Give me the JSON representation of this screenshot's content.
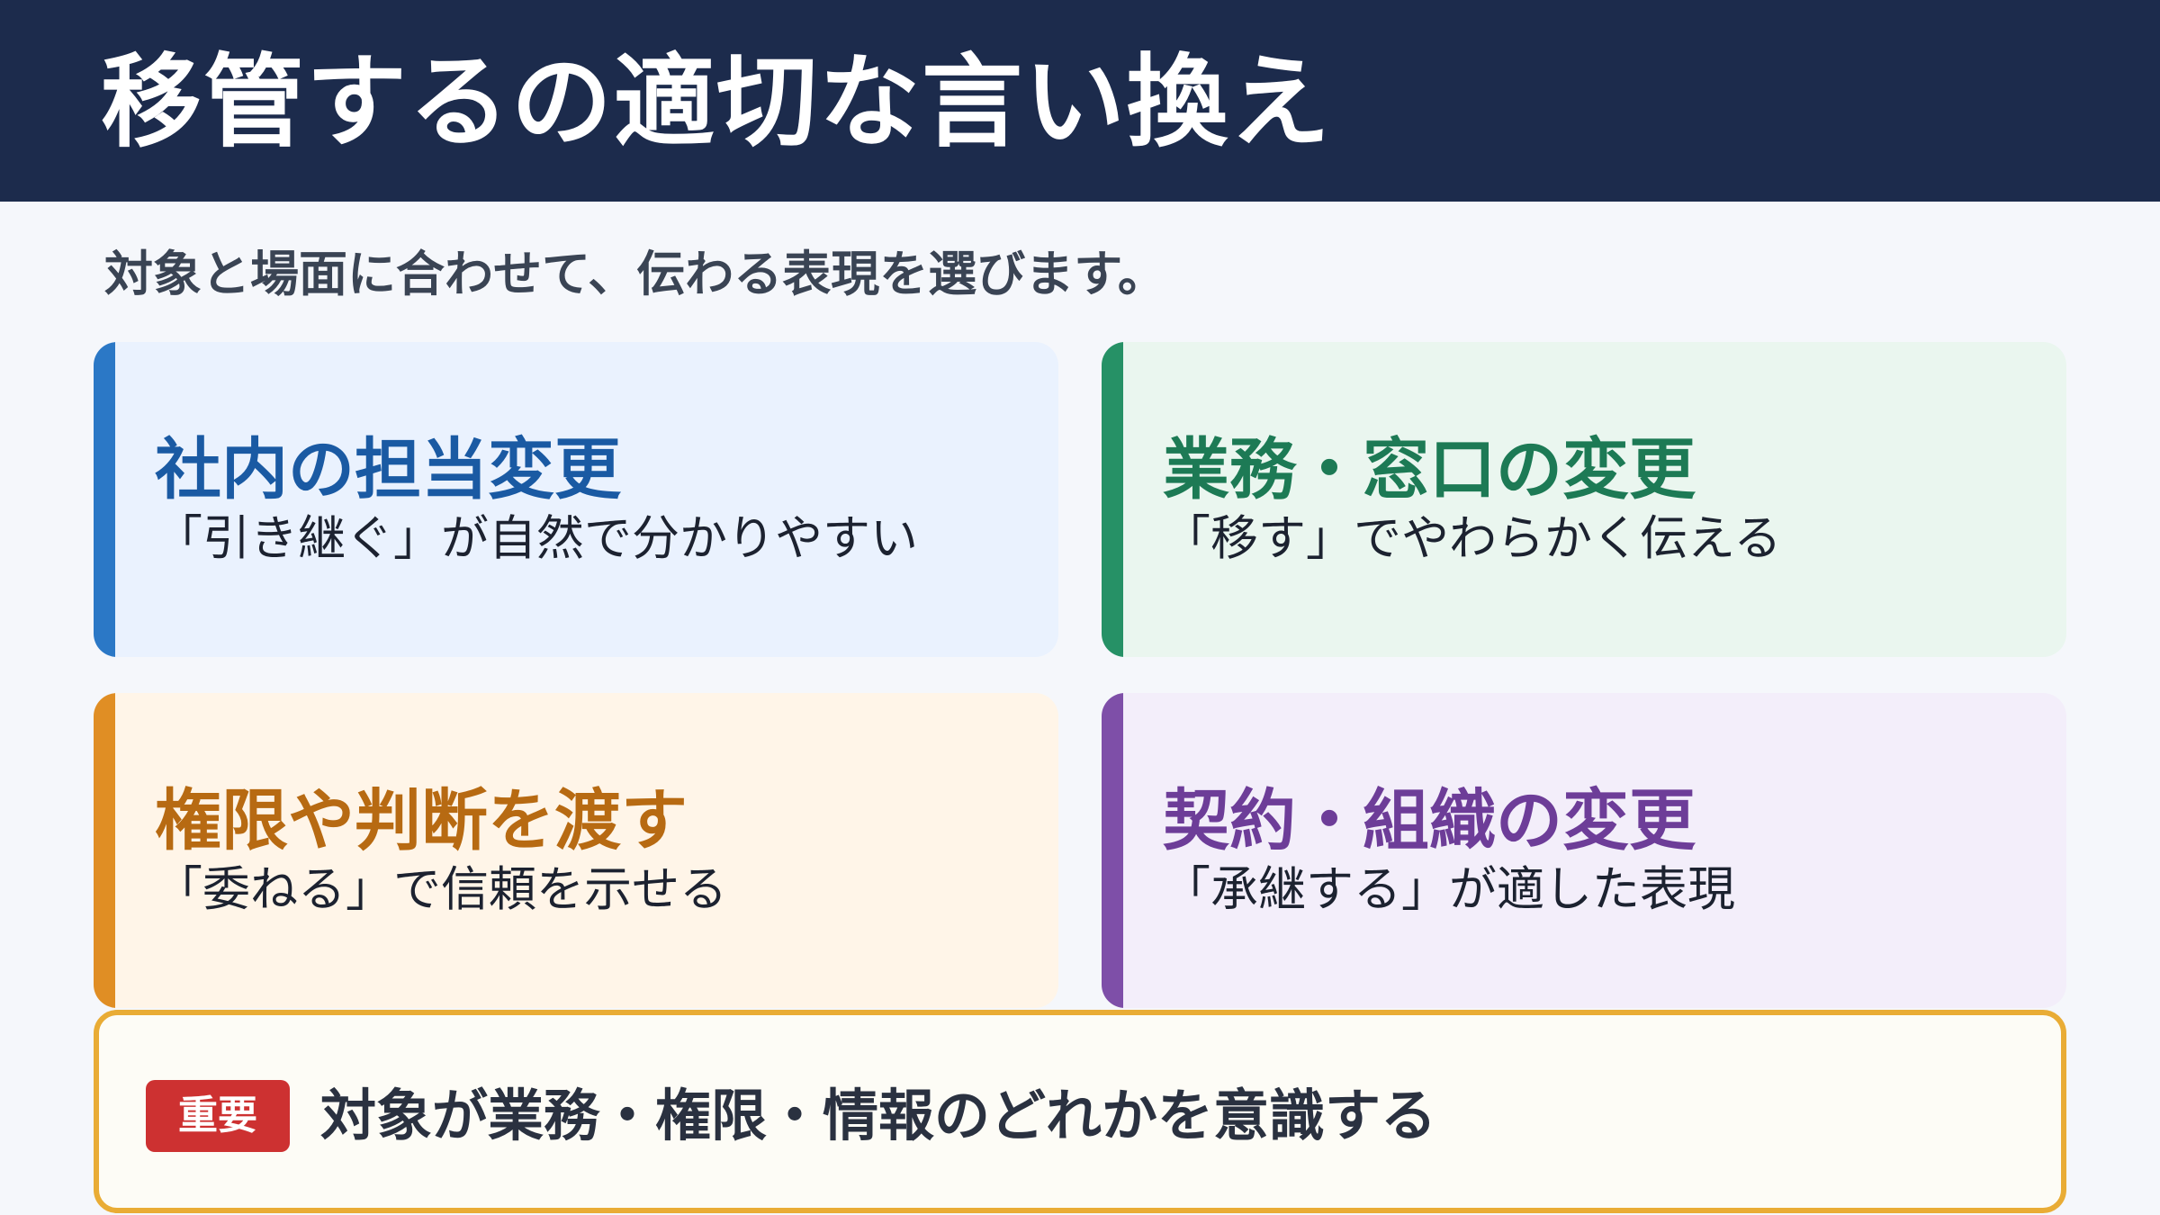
{
  "title": "移管するの適切な言い換え",
  "subtitle": "対象と場面に合わせて、伝わる表現を選びます。",
  "cards": [
    {
      "title": "社内の担当変更",
      "desc": "「引き継ぐ」が自然で分かりやすい",
      "accent": "#2b78c6",
      "title_color": "#1a5aa3"
    },
    {
      "title": "業務・窓口の変更",
      "desc": "「移す」でやわらかく伝える",
      "accent": "#269166",
      "title_color": "#1d7a55"
    },
    {
      "title": "権限や判断を渡す",
      "desc": "「委ねる」で信頼を示せる",
      "accent": "#e08e24",
      "title_color": "#b76a12"
    },
    {
      "title": "契約・組織の変更",
      "desc": "「承継する」が適した表現",
      "accent": "#7e4fa8",
      "title_color": "#6d3d98"
    }
  ],
  "note": {
    "badge": "重要",
    "text": "対象が業務・権限・情報のどれかを意識する",
    "border_color": "#e9ac35",
    "badge_color": "#cd3131"
  }
}
